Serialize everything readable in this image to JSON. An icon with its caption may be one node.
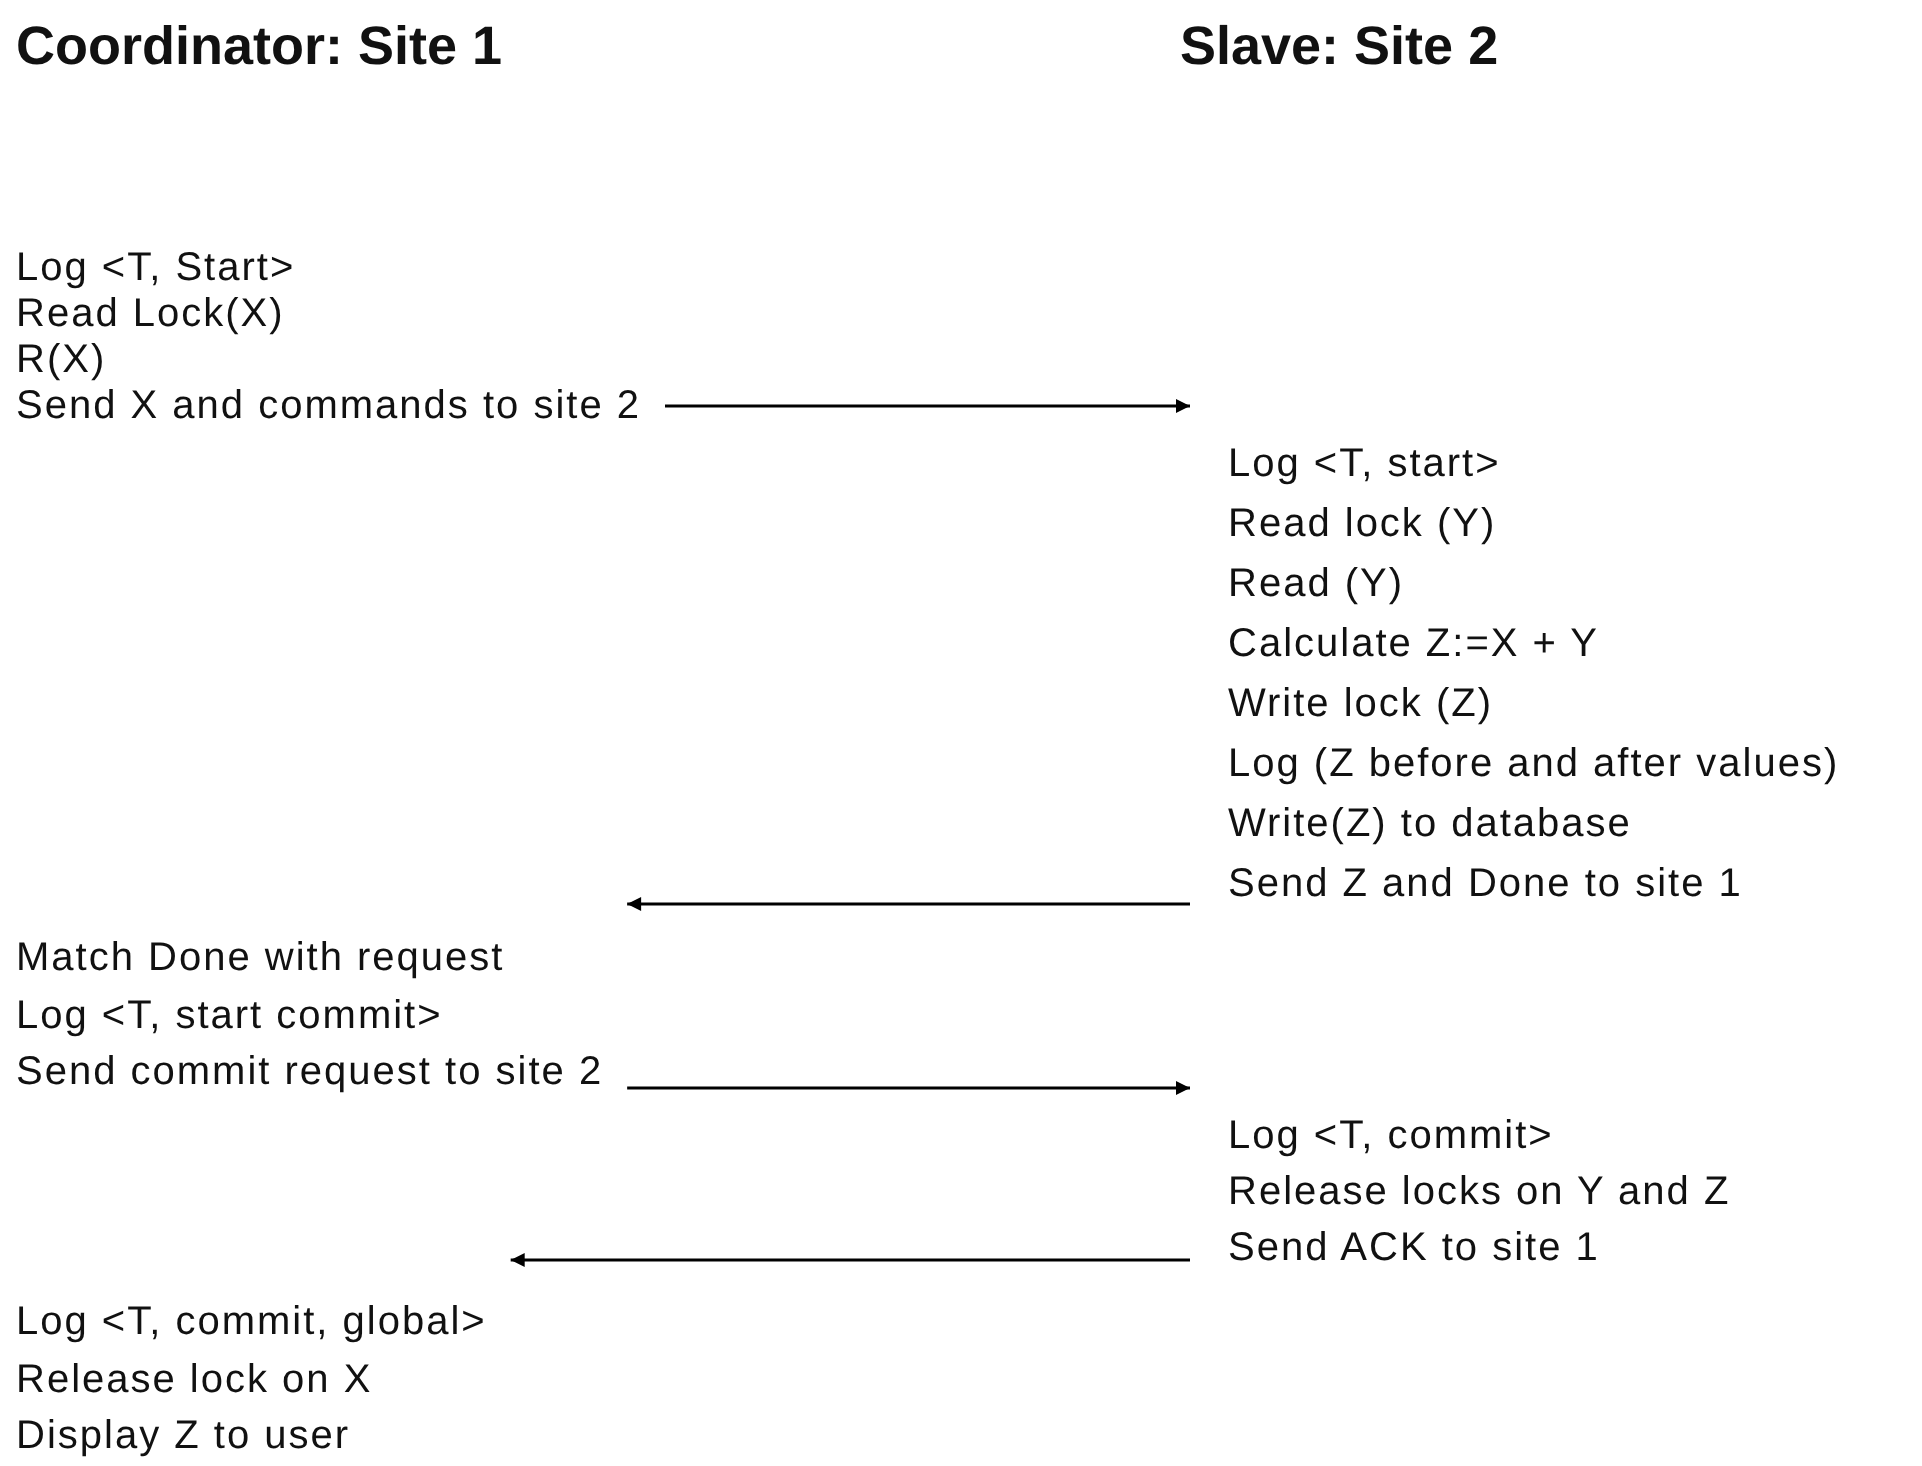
{
  "diagram": {
    "nodes": [
      {
        "text": [
          "Log <T, Start>",
          "Read Lock(X)",
          "R(X)",
          "Send X and commands to site 2"
        ]
      },
      {
        "text": [
          "Log <T, start>",
          "Read lock (Y)",
          "Read (Y)",
          "Calculate Z:=X + Y",
          "Write lock (Z)",
          "Log (Z before and after values)",
          "Write(Z) to database",
          "Send Z and Done to site 1"
        ]
      },
      {
        "text": [
          "Match Done with request",
          "Log <T, start commit>",
          "Send commit request to site 2"
        ]
      },
      {
        "text": [
          "Log <T, commit>",
          "Release locks on Y and Z",
          "Send ACK to site 1"
        ]
      },
      {
        "text": [
          "Log <T, commit, global>",
          "Release lock on X",
          "Display Z to user"
        ]
      }
    ],
    "edges": [
      {
        "from": 0,
        "to": 1,
        "arrow": "to"
      },
      {
        "from": 1,
        "to": 2,
        "arrow": "to"
      },
      {
        "from": 2,
        "to": 3,
        "arrow": "to"
      },
      {
        "from": 3,
        "to": 4,
        "arrow": "to"
      }
    ],
    "labels": [
      "Coordinator: Site 1",
      "Slave: Site 2"
    ]
  }
}
